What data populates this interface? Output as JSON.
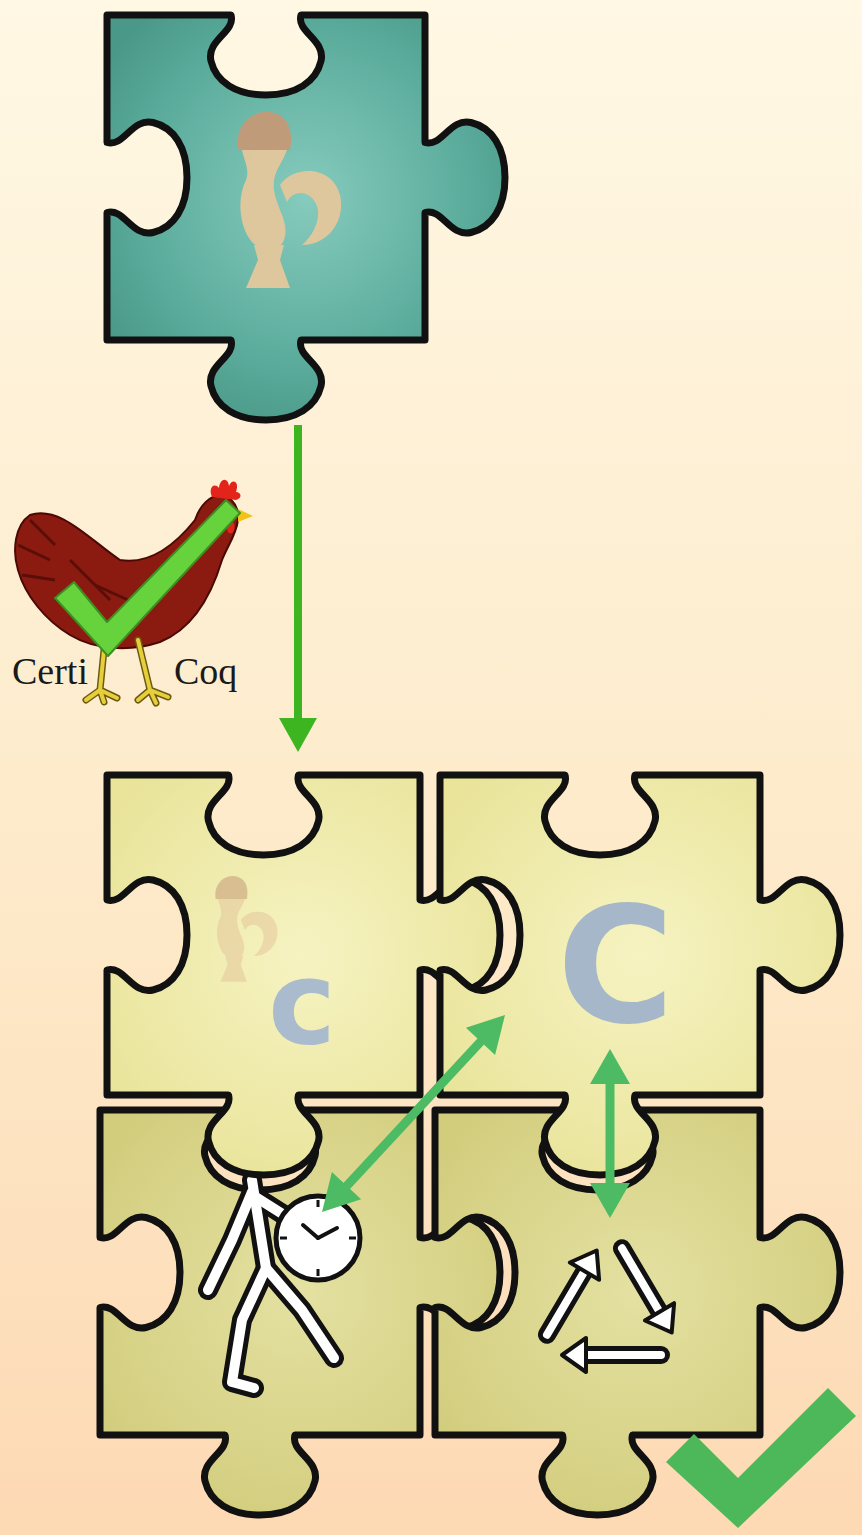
{
  "diagram": {
    "nodes": [
      {
        "text": [
          "c"
        ]
      },
      {
        "text": [
          "C"
        ]
      }
    ],
    "labels": [
      "Certi",
      "Coq"
    ]
  }
}
